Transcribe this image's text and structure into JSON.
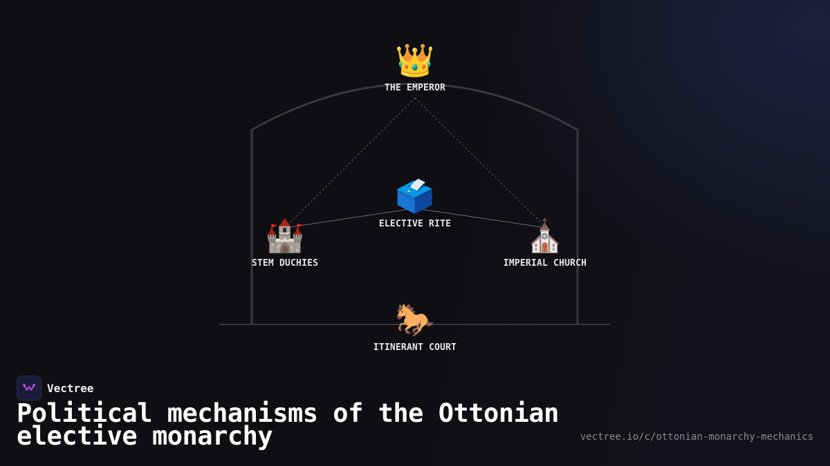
{
  "nodes": {
    "emperor": {
      "label": "THE EMPEROR",
      "icon": "crown-icon",
      "glyph": "👑"
    },
    "elective_rite": {
      "label": "ELECTIVE RITE",
      "icon": "ballot-box-icon",
      "glyph": "🗳️"
    },
    "stem_duchies": {
      "label": "STEM DUCHIES",
      "icon": "castle-icon",
      "glyph": "🏰"
    },
    "imperial_church": {
      "label": "IMPERIAL CHURCH",
      "icon": "church-icon",
      "glyph": "⛪"
    },
    "itinerant_court": {
      "label": "ITINERANT COURT",
      "icon": "horse-icon",
      "glyph": "🐎"
    }
  },
  "brand": {
    "name": "Vectree",
    "icon": "vectree-logo-icon"
  },
  "title": "Political mechanisms of the Ottonian elective monarchy",
  "url": "vectree.io/c/ottonian-monarchy-mechanics",
  "colors": {
    "background": "#0f0f13",
    "structure": "#3a3a3e",
    "text": "#e6e6e8",
    "muted": "#8a8a90"
  }
}
